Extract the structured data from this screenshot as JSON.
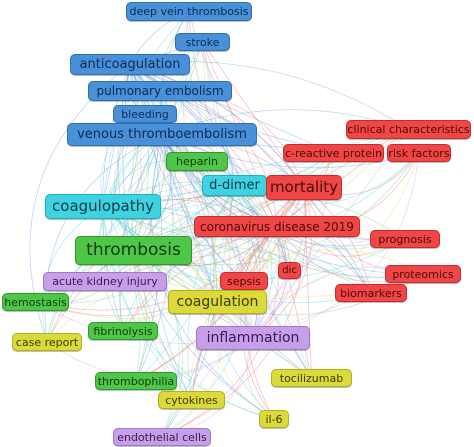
{
  "clusters": {
    "blue": {
      "color": "#4a90d9",
      "link": "#6fa3e0"
    },
    "cyan": {
      "color": "#3fd3e2",
      "link": "#5fd9e6"
    },
    "red": {
      "color": "#ef4747",
      "link": "#f07a7a"
    },
    "green": {
      "color": "#4fc64a",
      "link": "#7bd477"
    },
    "yellow": {
      "color": "#dcd93a",
      "link": "#e0de6e"
    },
    "purple": {
      "color": "#c79ee8",
      "link": "#cdb0ec"
    }
  },
  "nodes": [
    {
      "id": "deep-vein-thrombosis",
      "label": "deep vein thrombosis",
      "cluster": "blue"
    },
    {
      "id": "stroke",
      "label": "stroke",
      "cluster": "blue"
    },
    {
      "id": "anticoagulation",
      "label": "anticoagulation",
      "cluster": "blue"
    },
    {
      "id": "pulmonary-embolism",
      "label": "pulmonary embolism",
      "cluster": "blue"
    },
    {
      "id": "bleeding",
      "label": "bleeding",
      "cluster": "blue"
    },
    {
      "id": "venous-thromboembolism",
      "label": "venous thromboembolism",
      "cluster": "blue"
    },
    {
      "id": "clinical-characteristics",
      "label": "clinical characteristics",
      "cluster": "red"
    },
    {
      "id": "c-reactive-protein",
      "label": "c-reactive protein",
      "cluster": "red"
    },
    {
      "id": "risk-factors",
      "label": "risk factors",
      "cluster": "red"
    },
    {
      "id": "heparin",
      "label": "heparin",
      "cluster": "green"
    },
    {
      "id": "d-dimer",
      "label": "d-dimer",
      "cluster": "cyan"
    },
    {
      "id": "mortality",
      "label": "mortality",
      "cluster": "red"
    },
    {
      "id": "coagulopathy",
      "label": "coagulopathy",
      "cluster": "cyan"
    },
    {
      "id": "coronavirus-disease-2019",
      "label": "coronavirus disease 2019",
      "cluster": "red"
    },
    {
      "id": "prognosis",
      "label": "prognosis",
      "cluster": "red"
    },
    {
      "id": "thrombosis",
      "label": "thrombosis",
      "cluster": "green"
    },
    {
      "id": "dic",
      "label": "dic",
      "cluster": "red"
    },
    {
      "id": "acute-kidney-injury",
      "label": "acute kidney injury",
      "cluster": "purple"
    },
    {
      "id": "sepsis",
      "label": "sepsis",
      "cluster": "red"
    },
    {
      "id": "proteomics",
      "label": "proteomics",
      "cluster": "red"
    },
    {
      "id": "hemostasis",
      "label": "hemostasis",
      "cluster": "green"
    },
    {
      "id": "biomarkers",
      "label": "biomarkers",
      "cluster": "red"
    },
    {
      "id": "coagulation",
      "label": "coagulation",
      "cluster": "yellow"
    },
    {
      "id": "fibrinolysis",
      "label": "fibrinolysis",
      "cluster": "green"
    },
    {
      "id": "case-report",
      "label": "case report",
      "cluster": "yellow"
    },
    {
      "id": "inflammation",
      "label": "inflammation",
      "cluster": "purple"
    },
    {
      "id": "thrombophilia",
      "label": "thrombophilia",
      "cluster": "green"
    },
    {
      "id": "tocilizumab",
      "label": "tocilizumab",
      "cluster": "yellow"
    },
    {
      "id": "cytokines",
      "label": "cytokines",
      "cluster": "yellow"
    },
    {
      "id": "il-6",
      "label": "il-6",
      "cluster": "yellow"
    },
    {
      "id": "endothelial-cells",
      "label": "endothelial cells",
      "cluster": "purple"
    }
  ]
}
